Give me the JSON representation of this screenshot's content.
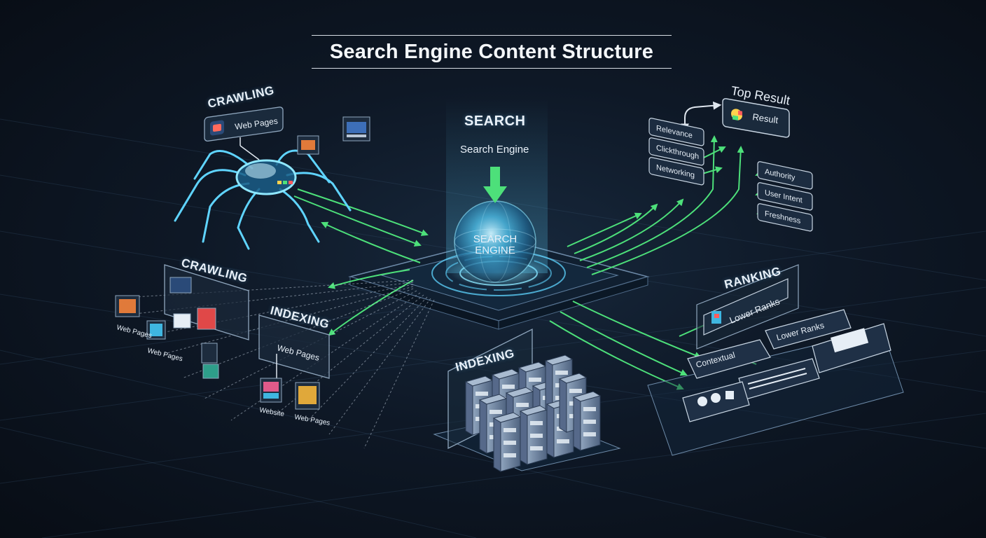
{
  "title": "Search Engine Content Structure",
  "search": {
    "heading": "SEARCH",
    "subheading": "Search Engine",
    "sphere_label": [
      "SEARCH",
      "ENGINE"
    ]
  },
  "crawling": {
    "top_label": "CRAWLING",
    "top_card": "Web Pages",
    "left_label": "CRAWLING",
    "left_caption": "Web Pages",
    "left_caption_2": "Web Pages"
  },
  "indexing": {
    "left_label": "INDEXING",
    "left_card": "Web Pages",
    "left_caption_a": "Website",
    "left_caption_b": "Web Pages",
    "center_label": "INDEXING"
  },
  "top_result": {
    "label": "Top Result",
    "card": "Result",
    "factors_left": [
      "Relevance",
      "Clickthrough",
      "Networking"
    ],
    "factors_right": [
      "Authority",
      "User Intent",
      "Freshness"
    ]
  },
  "ranking": {
    "label": "RANKING",
    "card": "Lower Ranks",
    "card_2": "Lower Ranks",
    "card_3": "Contextual"
  },
  "colors": {
    "accent_cyan": "#5fd4ff",
    "flow_green": "#4de07a",
    "panel_border": "#8fa6bd",
    "background": "#0e1826"
  },
  "icons": [
    "spider-robot-icon",
    "search-sphere-icon",
    "server-stack-icon",
    "result-card-icon",
    "arrow-down-icon"
  ]
}
